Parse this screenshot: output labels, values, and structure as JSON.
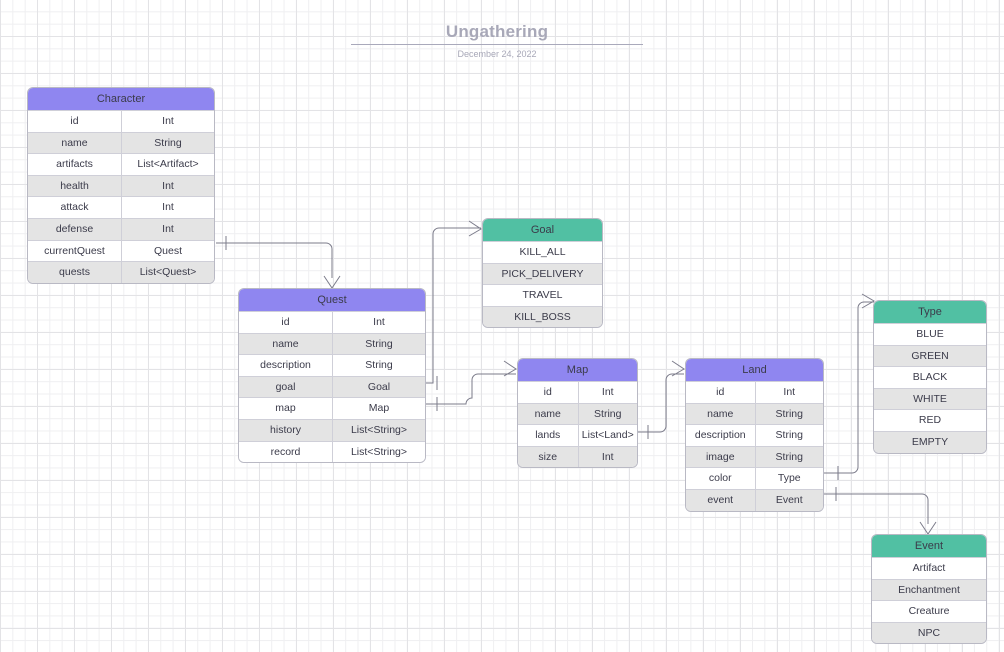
{
  "document": {
    "title": "Ungathering",
    "subtitle": "December 24, 2022"
  },
  "colors": {
    "class_header": "#8f86f0",
    "enum_header": "#51c0a3",
    "row_alt": "#e4e4e4",
    "row_base": "#ffffff",
    "border": "#b9b9c4",
    "connector": "#7b7b8a",
    "title_text": "#a8a8b8",
    "grid_minor": "#efeff1",
    "grid_major": "#e3e3e6"
  },
  "entities": [
    {
      "id": "character",
      "name": "Character",
      "kind": "class",
      "fields": [
        {
          "name": "id",
          "type": "Int"
        },
        {
          "name": "name",
          "type": "String"
        },
        {
          "name": "artifacts",
          "type": "List<Artifact>"
        },
        {
          "name": "health",
          "type": "Int"
        },
        {
          "name": "attack",
          "type": "Int"
        },
        {
          "name": "defense",
          "type": "Int"
        },
        {
          "name": "currentQuest",
          "type": "Quest"
        },
        {
          "name": "quests",
          "type": "List<Quest>"
        }
      ]
    },
    {
      "id": "quest",
      "name": "Quest",
      "kind": "class",
      "fields": [
        {
          "name": "id",
          "type": "Int"
        },
        {
          "name": "name",
          "type": "String"
        },
        {
          "name": "description",
          "type": "String"
        },
        {
          "name": "goal",
          "type": "Goal"
        },
        {
          "name": "map",
          "type": "Map"
        },
        {
          "name": "history",
          "type": "List<String>"
        },
        {
          "name": "record",
          "type": "List<String>"
        }
      ]
    },
    {
      "id": "goal",
      "name": "Goal",
      "kind": "enum",
      "values": [
        "KILL_ALL",
        "PICK_DELIVERY",
        "TRAVEL",
        "KILL_BOSS"
      ]
    },
    {
      "id": "map",
      "name": "Map",
      "kind": "class",
      "fields": [
        {
          "name": "id",
          "type": "Int"
        },
        {
          "name": "name",
          "type": "String"
        },
        {
          "name": "lands",
          "type": "List<Land>"
        },
        {
          "name": "size",
          "type": "Int"
        }
      ]
    },
    {
      "id": "land",
      "name": "Land",
      "kind": "class",
      "fields": [
        {
          "name": "id",
          "type": "Int"
        },
        {
          "name": "name",
          "type": "String"
        },
        {
          "name": "description",
          "type": "String"
        },
        {
          "name": "image",
          "type": "String"
        },
        {
          "name": "color",
          "type": "Type"
        },
        {
          "name": "event",
          "type": "Event"
        }
      ]
    },
    {
      "id": "type",
      "name": "Type",
      "kind": "enum",
      "values": [
        "BLUE",
        "GREEN",
        "BLACK",
        "WHITE",
        "RED",
        "EMPTY"
      ]
    },
    {
      "id": "event",
      "name": "Event",
      "kind": "enum",
      "values": [
        "Artifact",
        "Enchantment",
        "Creature",
        "NPC"
      ]
    }
  ],
  "relationships": [
    {
      "from": "character",
      "to": "quest",
      "from_cardinality": "one",
      "to_cardinality": "many"
    },
    {
      "from": "quest",
      "to": "goal",
      "from_cardinality": "one",
      "to_cardinality": "many"
    },
    {
      "from": "quest",
      "to": "map",
      "from_cardinality": "one",
      "to_cardinality": "many"
    },
    {
      "from": "map",
      "to": "land",
      "from_cardinality": "one",
      "to_cardinality": "many"
    },
    {
      "from": "land",
      "to": "type",
      "from_cardinality": "one",
      "to_cardinality": "many"
    },
    {
      "from": "land",
      "to": "event",
      "from_cardinality": "one",
      "to_cardinality": "many"
    }
  ]
}
